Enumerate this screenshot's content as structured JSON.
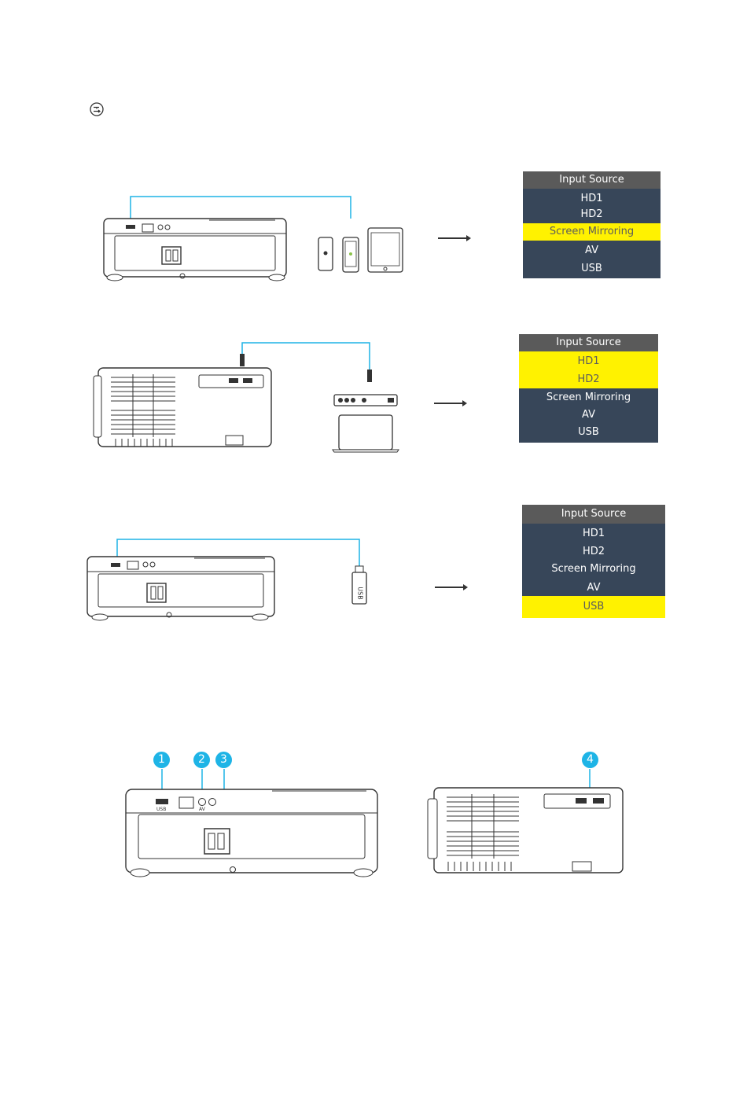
{
  "input_source_icon": "input-source-icon",
  "accent_color": "#1eb4e6",
  "highlight_color": "#fff200",
  "menu_bg_color": "#374659",
  "menu_header_color": "#5a5a5a",
  "menus": [
    {
      "header": "Input Source",
      "items": [
        {
          "label": "HD1",
          "selected": false
        },
        {
          "label": "HD2",
          "selected": false
        },
        {
          "label": "Screen Mirroring",
          "selected": true
        },
        {
          "label": "AV",
          "selected": false
        },
        {
          "label": "USB",
          "selected": false
        }
      ]
    },
    {
      "header": "Input Source",
      "items": [
        {
          "label": "HD1",
          "selected": true
        },
        {
          "label": "HD2",
          "selected": true
        },
        {
          "label": "Screen Mirroring",
          "selected": false
        },
        {
          "label": "AV",
          "selected": false
        },
        {
          "label": "USB",
          "selected": false
        }
      ]
    },
    {
      "header": "Input Source",
      "items": [
        {
          "label": "HD1",
          "selected": false
        },
        {
          "label": "HD2",
          "selected": false
        },
        {
          "label": "Screen Mirroring",
          "selected": false
        },
        {
          "label": "AV",
          "selected": false
        },
        {
          "label": "USB",
          "selected": true
        }
      ]
    }
  ],
  "callouts": [
    "1",
    "2",
    "3",
    "4"
  ],
  "port_labels": {
    "usb": "USB",
    "av": "AV"
  },
  "usb_stick_label": "USB"
}
